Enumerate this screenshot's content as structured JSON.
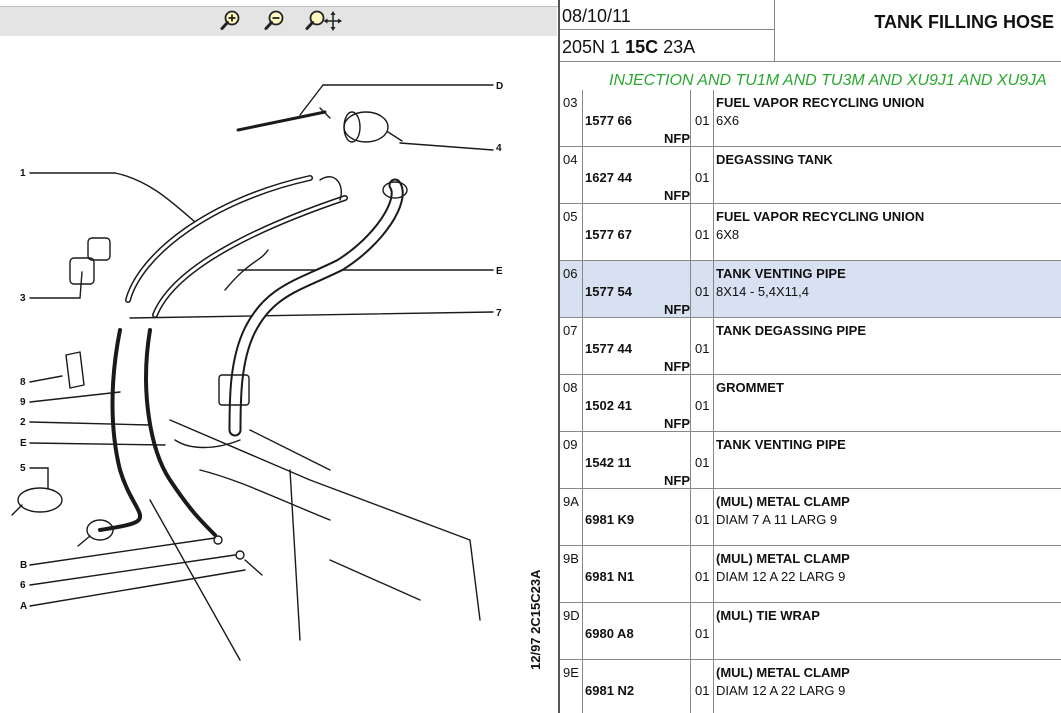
{
  "toolbar": {
    "buttons": [
      {
        "name": "zoom-in",
        "icon": "zoom-in-icon"
      },
      {
        "name": "zoom-out",
        "icon": "zoom-out-icon"
      },
      {
        "name": "zoom-pan",
        "icon": "zoom-pan-icon"
      }
    ]
  },
  "diagram": {
    "labels": [
      "D",
      "4",
      "1",
      "E",
      "3",
      "7",
      "8",
      "9",
      "2",
      "E",
      "5",
      "B",
      "6",
      "A"
    ],
    "reference": "12/97 2C15C23A"
  },
  "header": {
    "date": "08/10/11",
    "model_prefix": "205N 1",
    "model_bold": "15C",
    "model_suffix": "23A",
    "title": "TANK FILLING HOSE",
    "engines": "INJECTION AND TU1M AND TU3M AND XU9J1 AND XU9JA"
  },
  "parts": [
    {
      "ref": "03",
      "part": "1577 66",
      "flag": "NFP",
      "qty": "01",
      "name": "FUEL VAPOR RECYCLING UNION",
      "detail": "6X6",
      "selected": false
    },
    {
      "ref": "04",
      "part": "1627 44",
      "flag": "NFP",
      "qty": "01",
      "name": "DEGASSING TANK",
      "detail": "",
      "selected": false
    },
    {
      "ref": "05",
      "part": "1577 67",
      "flag": "",
      "qty": "01",
      "name": "FUEL VAPOR RECYCLING UNION",
      "detail": "6X8",
      "selected": false
    },
    {
      "ref": "06",
      "part": "1577 54",
      "flag": "NFP",
      "qty": "01",
      "name": "TANK VENTING PIPE",
      "detail": "8X14 - 5,4X11,4",
      "selected": true
    },
    {
      "ref": "07",
      "part": "1577 44",
      "flag": "NFP",
      "qty": "01",
      "name": "TANK DEGASSING PIPE",
      "detail": "",
      "selected": false
    },
    {
      "ref": "08",
      "part": "1502 41",
      "flag": "NFP",
      "qty": "01",
      "name": "GROMMET",
      "detail": "",
      "selected": false
    },
    {
      "ref": "09",
      "part": "1542 11",
      "flag": "NFP",
      "qty": "01",
      "name": "TANK VENTING PIPE",
      "detail": "",
      "selected": false
    },
    {
      "ref": "9A",
      "part": "6981 K9",
      "flag": "",
      "qty": "01",
      "name": "(MUL) METAL CLAMP",
      "detail": "DIAM 7 A 11 LARG 9",
      "selected": false
    },
    {
      "ref": "9B",
      "part": "6981 N1",
      "flag": "",
      "qty": "01",
      "name": "(MUL) METAL CLAMP",
      "detail": "DIAM 12 A 22 LARG 9",
      "selected": false
    },
    {
      "ref": "9D",
      "part": "6980 A8",
      "flag": "",
      "qty": "01",
      "name": "(MUL) TIE WRAP",
      "detail": "",
      "selected": false
    },
    {
      "ref": "9E",
      "part": "6981 N2",
      "flag": "",
      "qty": "01",
      "name": "(MUL) METAL CLAMP",
      "detail": "DIAM 12 A 22 LARG 9",
      "selected": false
    }
  ],
  "colors": {
    "accent_engine": "#2aa830",
    "selected_row": "#d8e1f1",
    "toolbar_bg": "#e4e4e4",
    "icon_yellow": "#f0c000"
  }
}
